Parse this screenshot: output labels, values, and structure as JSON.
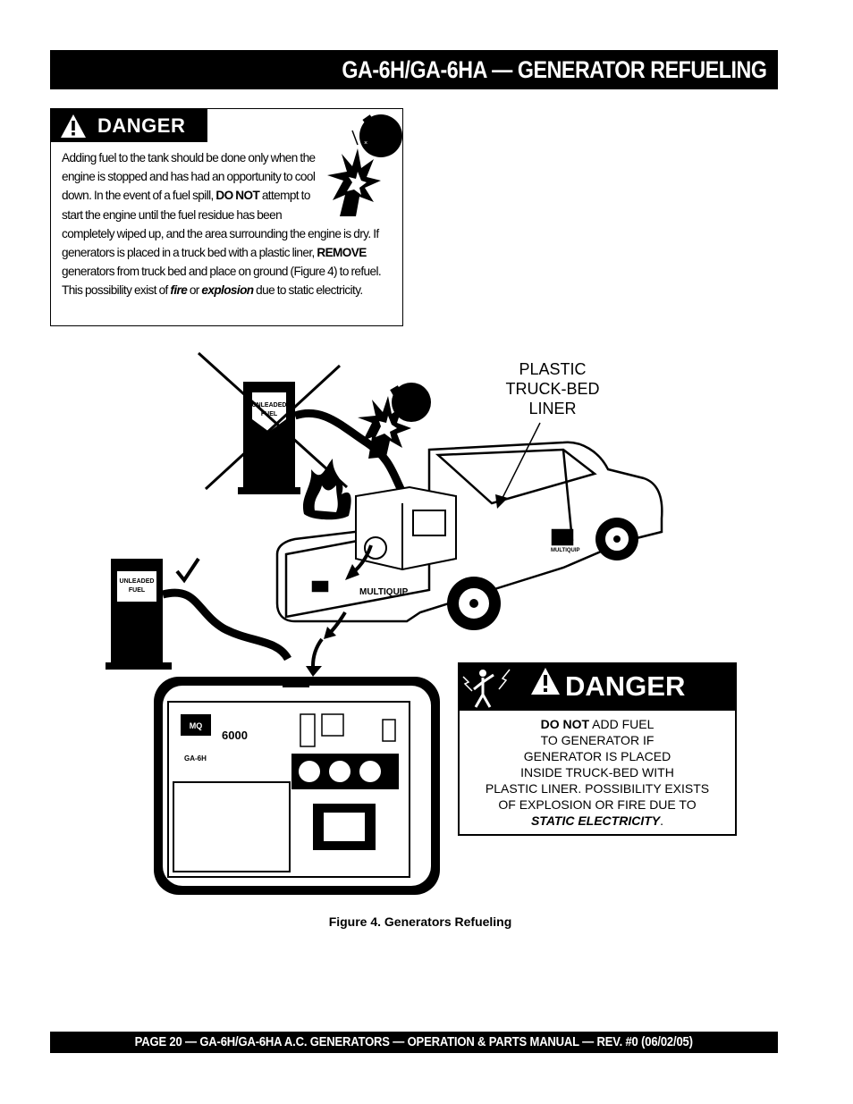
{
  "header": {
    "title": "GA-6H/GA-6HA  — GENERATOR REFUELING"
  },
  "danger_box": {
    "heading": "DANGER",
    "text_parts": [
      "Adding fuel to the tank should be done only when the engine is stopped and has had an opportunity to cool down.  In the event of a fuel spill, ",
      "DO NOT",
      " attempt to start the engine until the fuel residue has been completely wiped up, and the area surrounding the engine is dry.  If generators is placed in a truck bed with a plastic liner, ",
      "REMOVE",
      " generators from truck bed and place on ground (Figure 4) to refuel. This possibility exist of ",
      "fire",
      " or ",
      "explosion",
      " due to static electricity."
    ]
  },
  "figure": {
    "liner_label_lines": [
      "PLASTIC",
      "TRUCK-BED",
      "LINER"
    ],
    "pump_label_lines": [
      "UNLEADED",
      "FUEL"
    ],
    "truck_brand": "MULTIQUIP",
    "mq_logo": "MQ",
    "generator_model_number": "6000",
    "generator_model_name": "GA-6H",
    "danger_label": {
      "heading": "DANGER",
      "line1_bold": "DO NOT",
      "line1_rest": " ADD FUEL",
      "line2": "TO GENERATOR IF",
      "line3": "GENERATOR IS PLACED",
      "line4": "INSIDE TRUCK-BED WITH",
      "line5": "PLASTIC LINER. POSSIBILITY EXISTS",
      "line6": "OF EXPLOSION OR FIRE DUE TO",
      "line7_bold_italic": "STATIC ELECTRICITY",
      "line7_rest": "."
    }
  },
  "caption": "Figure  4. Generators Refueling",
  "footer": {
    "text": "PAGE 20 — GA-6H/GA-6HA A.C. GENERATORS — OPERATION & PARTS  MANUAL — REV. #0  (06/02/05)"
  }
}
